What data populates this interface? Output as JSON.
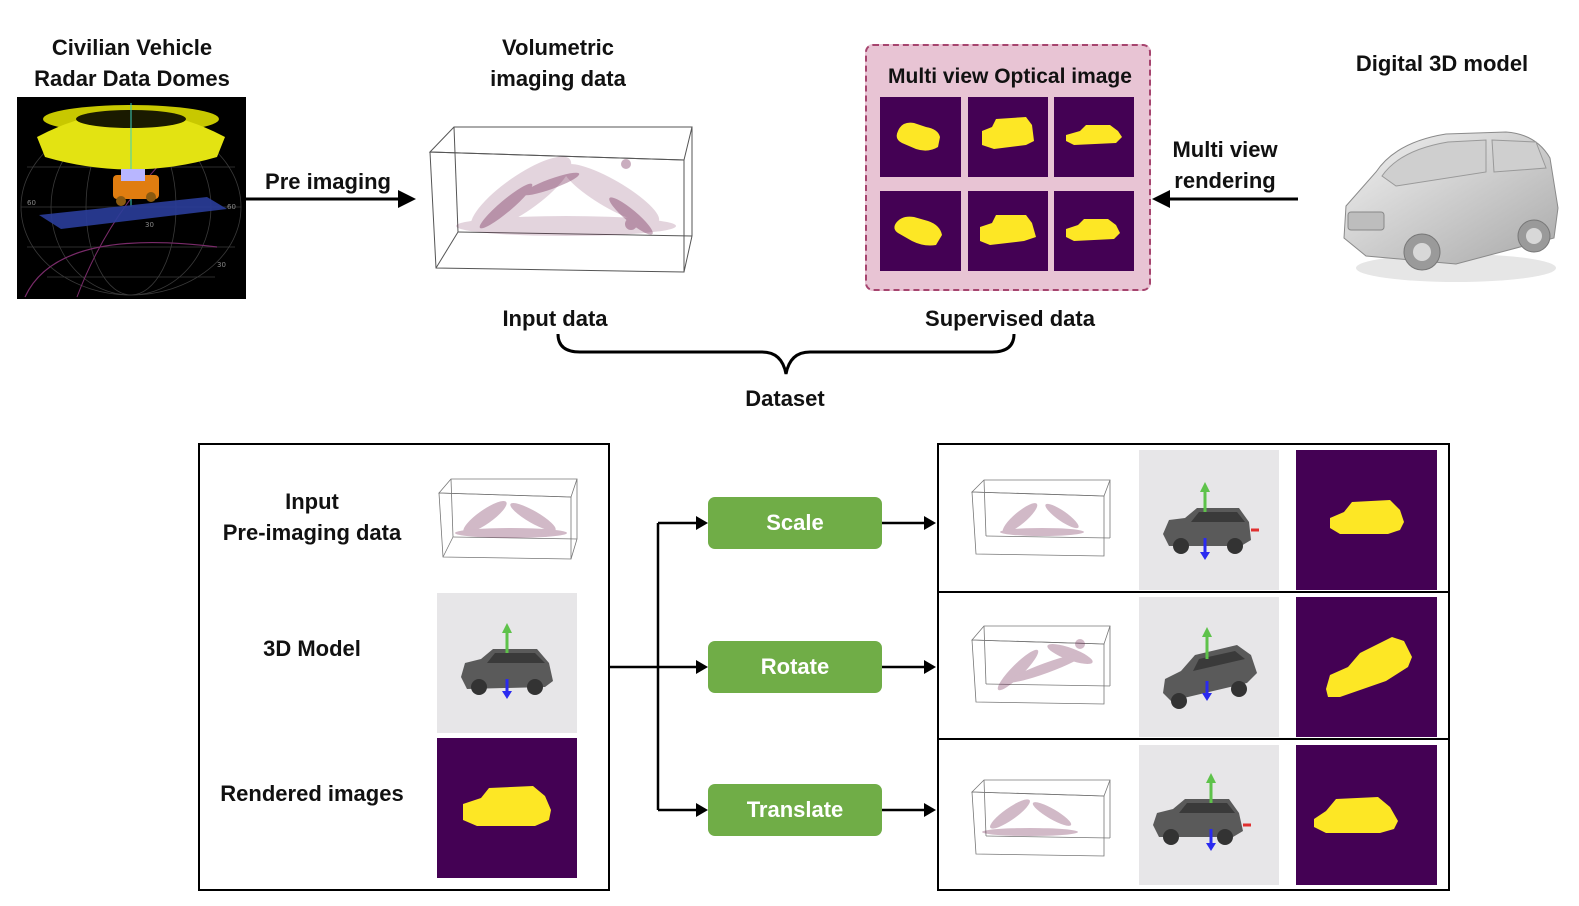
{
  "top": {
    "radar_title_line1": "Civilian Vehicle",
    "radar_title_line2": "Radar Data Domes",
    "volumetric_line1": "Volumetric",
    "volumetric_line2": "imaging data",
    "multiview_title": "Multi view Optical image",
    "digital_model_title": "Digital 3D model",
    "pre_imaging_label": "Pre imaging",
    "rendering_line1": "Multi view",
    "rendering_line2": "rendering",
    "input_data_label": "Input data",
    "supervised_data_label": "Supervised data",
    "dataset_label": "Dataset"
  },
  "bottom": {
    "left_panel": {
      "input_line1": "Input",
      "input_line2": "Pre-imaging data",
      "model_label": "3D Model",
      "rendered_label": "Rendered images"
    },
    "augmentations": [
      {
        "label": "Scale"
      },
      {
        "label": "Rotate"
      },
      {
        "label": "Translate"
      }
    ]
  },
  "colors": {
    "viridis_bg": "#440154",
    "viridis_fg": "#fde725",
    "green_button": "#70ad47",
    "dashed_border": "#a6446e",
    "pink_fill": "#e8c4d4"
  }
}
